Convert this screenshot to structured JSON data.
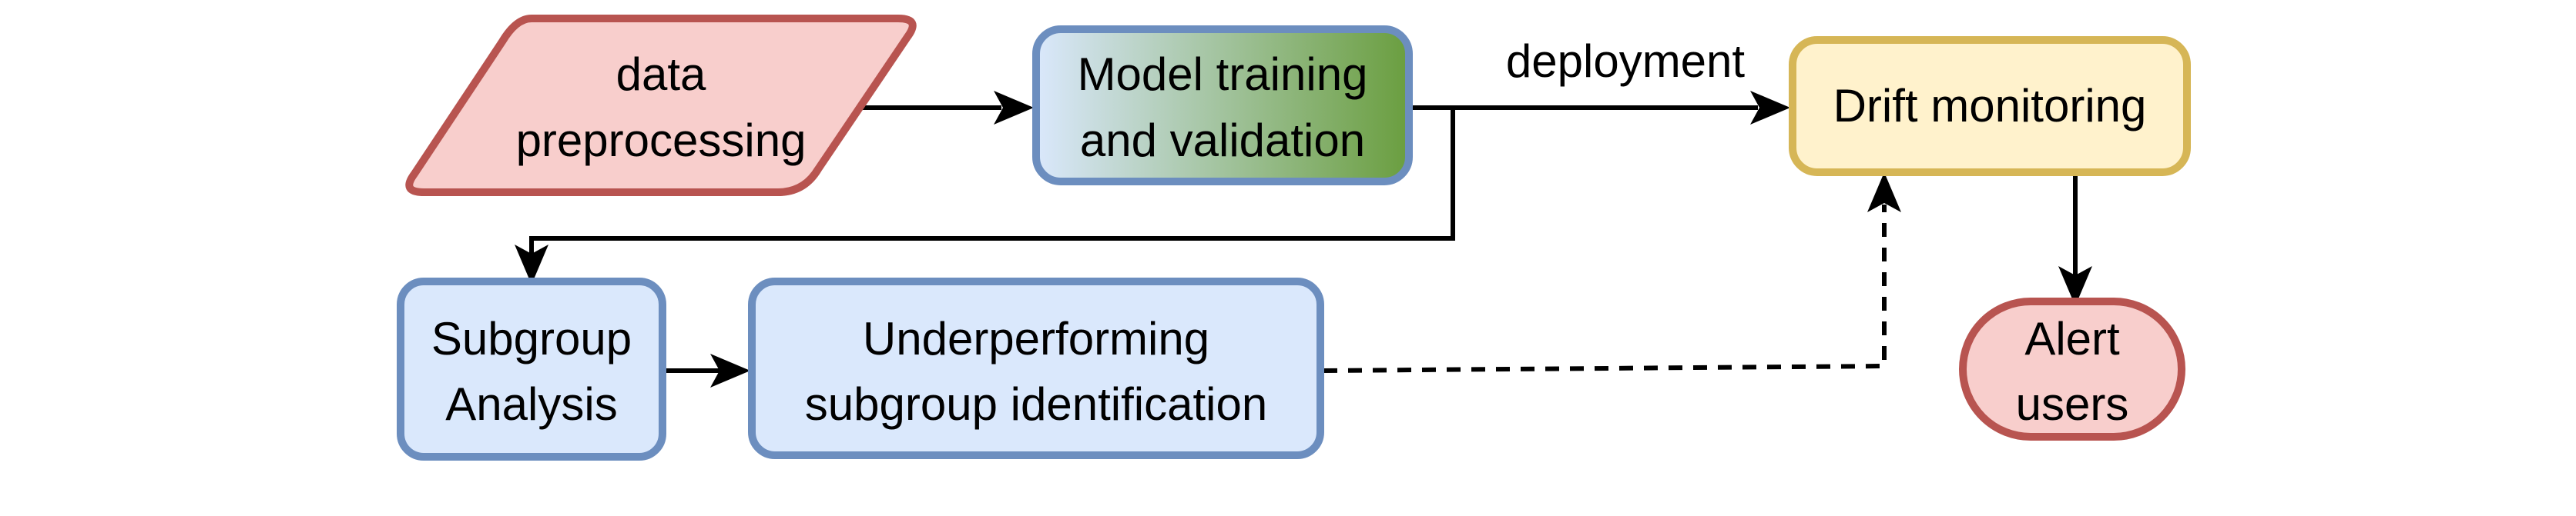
{
  "nodes": {
    "data_preprocessing": {
      "lines": [
        "data",
        "preprocessing"
      ],
      "fill": "#f8cecc",
      "stroke": "#b85450"
    },
    "model_training": {
      "lines": [
        "Model training",
        "and validation"
      ],
      "fill_start": "#dae8fc",
      "fill_end": "#6a9e3f",
      "stroke": "#6c8ebf"
    },
    "drift_monitoring": {
      "lines": [
        "Drift monitoring"
      ],
      "fill": "#fff2cc",
      "stroke": "#d6b656"
    },
    "subgroup_analysis": {
      "lines": [
        "Subgroup",
        "Analysis"
      ],
      "fill": "#dae8fc",
      "stroke": "#6c8ebf"
    },
    "underperforming": {
      "lines": [
        "Underperforming",
        "subgroup identification"
      ],
      "fill": "#dae8fc",
      "stroke": "#6c8ebf"
    },
    "alert_users": {
      "lines": [
        "Alert",
        "users"
      ],
      "fill": "#f8cecc",
      "stroke": "#b85450"
    }
  },
  "edges": {
    "deployment_label": "deployment"
  }
}
